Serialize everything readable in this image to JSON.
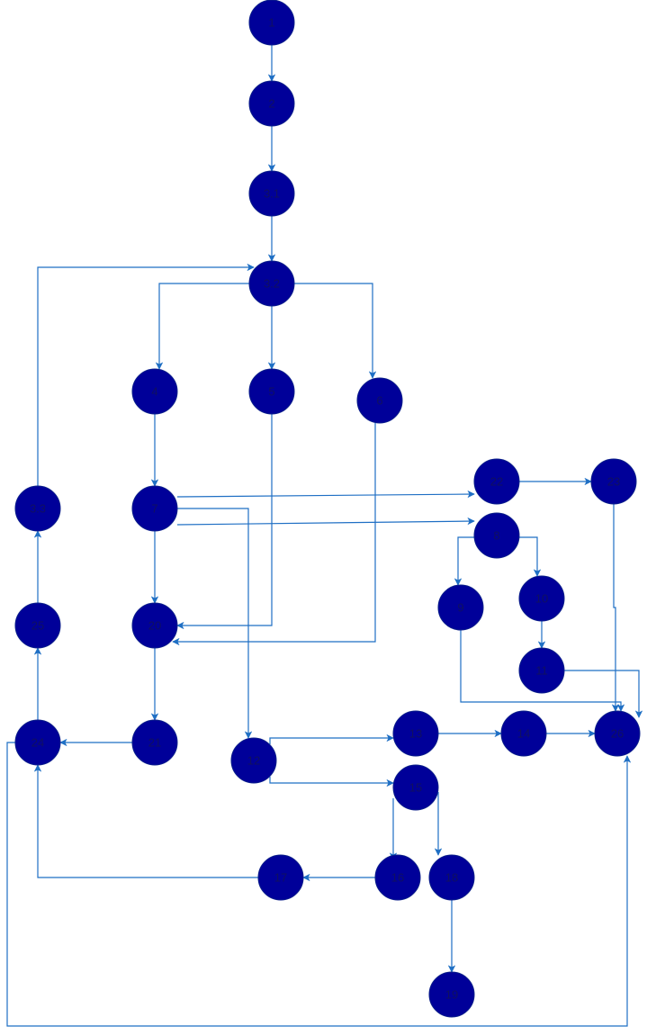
{
  "nodes": [
    {
      "id": "n1",
      "label": "1"
    },
    {
      "id": "n2",
      "label": "2"
    },
    {
      "id": "n31",
      "label": "3.1"
    },
    {
      "id": "n32",
      "label": "3.2"
    },
    {
      "id": "n33",
      "label": "3.3"
    },
    {
      "id": "n4",
      "label": "4"
    },
    {
      "id": "n5",
      "label": "5"
    },
    {
      "id": "n6",
      "label": "6"
    },
    {
      "id": "n7",
      "label": "7"
    },
    {
      "id": "n8",
      "label": "8"
    },
    {
      "id": "n9",
      "label": "9"
    },
    {
      "id": "n10",
      "label": "10"
    },
    {
      "id": "n11",
      "label": "11"
    },
    {
      "id": "n12",
      "label": "12"
    },
    {
      "id": "n13",
      "label": "13"
    },
    {
      "id": "n14",
      "label": "14"
    },
    {
      "id": "n15",
      "label": "15"
    },
    {
      "id": "n16",
      "label": "16"
    },
    {
      "id": "n17",
      "label": "17"
    },
    {
      "id": "n18",
      "label": "18"
    },
    {
      "id": "n19",
      "label": "19"
    },
    {
      "id": "n20",
      "label": "20"
    },
    {
      "id": "n21",
      "label": "21"
    },
    {
      "id": "n22",
      "label": "22"
    },
    {
      "id": "n23",
      "label": "23"
    },
    {
      "id": "n24",
      "label": "24"
    },
    {
      "id": "n25",
      "label": "25"
    },
    {
      "id": "n26",
      "label": "26"
    }
  ],
  "edges": [
    {
      "from": "1",
      "to": "2"
    },
    {
      "from": "2",
      "to": "3.1"
    },
    {
      "from": "3.1",
      "to": "3.2"
    },
    {
      "from": "3.2",
      "to": "4"
    },
    {
      "from": "3.2",
      "to": "5"
    },
    {
      "from": "3.2",
      "to": "6"
    },
    {
      "from": "4",
      "to": "7"
    },
    {
      "from": "5",
      "to": "20"
    },
    {
      "from": "6",
      "to": "20"
    },
    {
      "from": "7",
      "to": "22"
    },
    {
      "from": "7",
      "to": "8"
    },
    {
      "from": "7",
      "to": "12"
    },
    {
      "from": "7",
      "to": "20"
    },
    {
      "from": "22",
      "to": "23"
    },
    {
      "from": "23",
      "to": "26"
    },
    {
      "from": "8",
      "to": "9"
    },
    {
      "from": "8",
      "to": "10"
    },
    {
      "from": "10",
      "to": "11"
    },
    {
      "from": "9",
      "to": "26"
    },
    {
      "from": "11",
      "to": "26"
    },
    {
      "from": "20",
      "to": "21"
    },
    {
      "from": "21",
      "to": "24"
    },
    {
      "from": "12",
      "to": "13"
    },
    {
      "from": "12",
      "to": "15"
    },
    {
      "from": "13",
      "to": "14"
    },
    {
      "from": "14",
      "to": "26"
    },
    {
      "from": "15",
      "to": "16"
    },
    {
      "from": "15",
      "to": "18"
    },
    {
      "from": "16",
      "to": "17"
    },
    {
      "from": "17",
      "to": "24"
    },
    {
      "from": "18",
      "to": "19"
    },
    {
      "from": "24",
      "to": "25"
    },
    {
      "from": "25",
      "to": "3.3"
    },
    {
      "from": "3.3",
      "to": "3.2"
    },
    {
      "from": "24",
      "to": "26"
    }
  ],
  "colors": {
    "node_fill": "#000099",
    "edge": "#1f6fc4",
    "label": "#101060"
  }
}
